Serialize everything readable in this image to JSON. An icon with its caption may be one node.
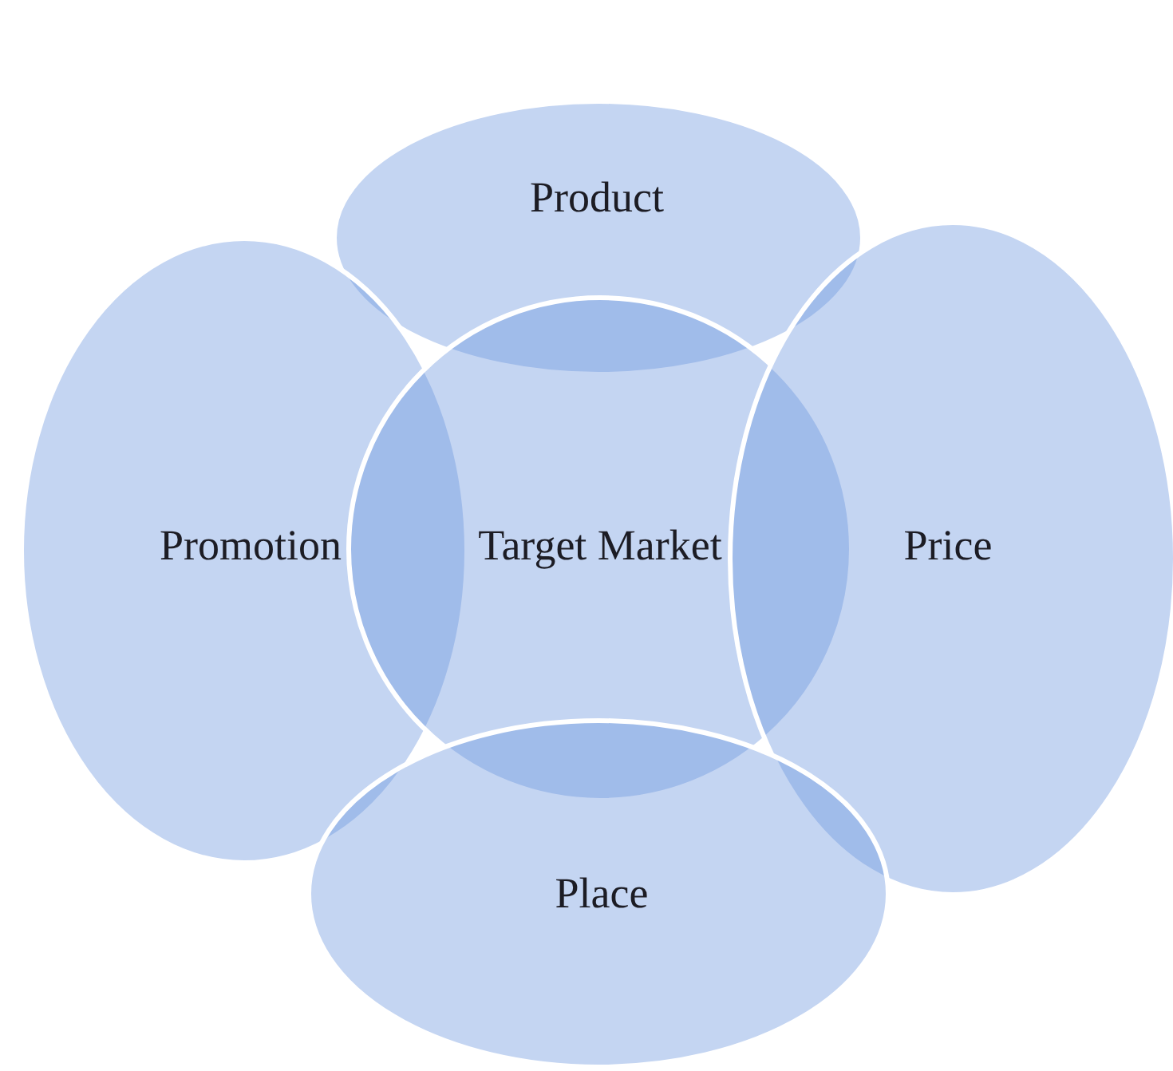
{
  "diagram": {
    "nodes": [
      {
        "text": [
          "Product"
        ]
      },
      {
        "text": [
          "Promotion"
        ]
      },
      {
        "text": [
          "Target Market"
        ]
      },
      {
        "text": [
          "Price"
        ]
      },
      {
        "text": [
          "Place"
        ]
      }
    ]
  }
}
